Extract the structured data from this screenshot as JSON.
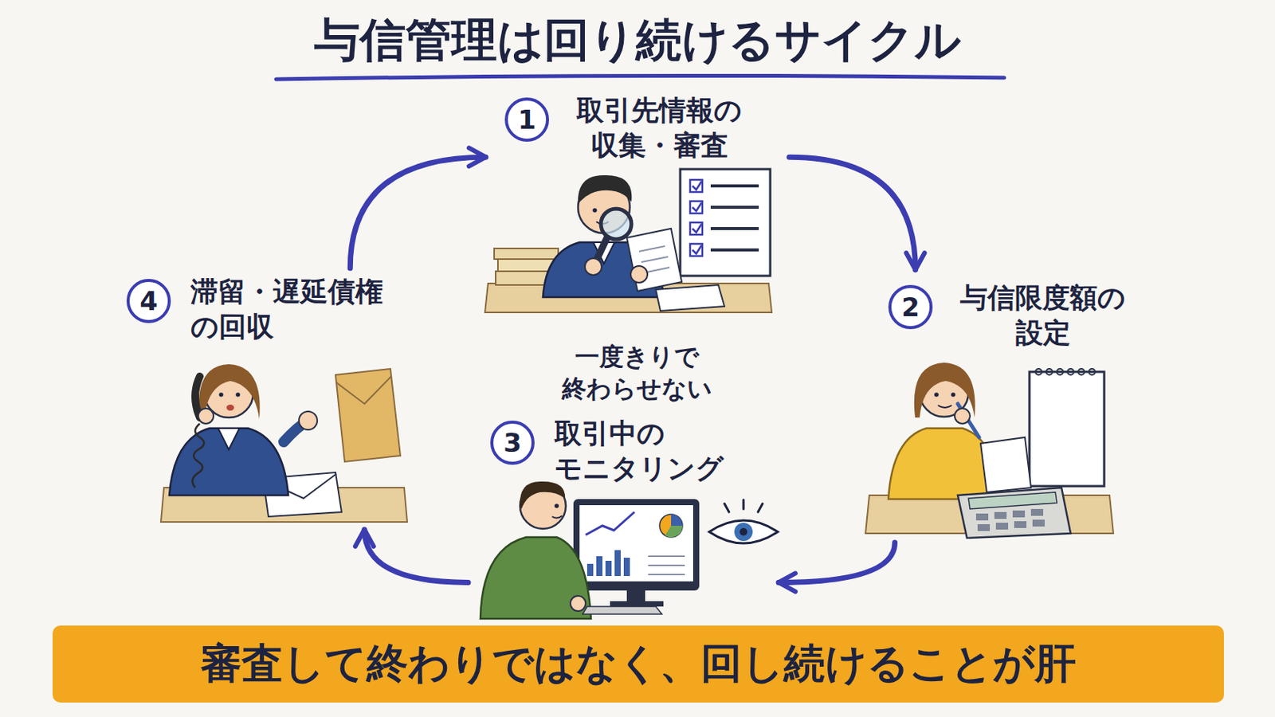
{
  "diagram": {
    "title": "与信管理は回り続けるサイクル",
    "nodes": [
      {
        "text": [
          "1",
          "取引先情報の 収集・審査"
        ]
      },
      {
        "text": [
          "2",
          "与信限度額の 設定"
        ]
      },
      {
        "text": [
          "3",
          "取引中の モニタリング"
        ]
      },
      {
        "text": [
          "4",
          "滞留・遅延債権 の回収"
        ]
      },
      {
        "text": [
          "審査して終わりではなく、回し続けることが肝"
        ]
      }
    ],
    "edges": [
      {
        "from": 0,
        "to": 1,
        "arrow": "to"
      },
      {
        "from": 1,
        "to": 2,
        "arrow": "to"
      },
      {
        "from": 2,
        "to": 3,
        "arrow": "to"
      },
      {
        "from": 3,
        "to": 0,
        "arrow": "to"
      }
    ],
    "labels": [
      "一度きりで 終わらせない"
    ]
  }
}
